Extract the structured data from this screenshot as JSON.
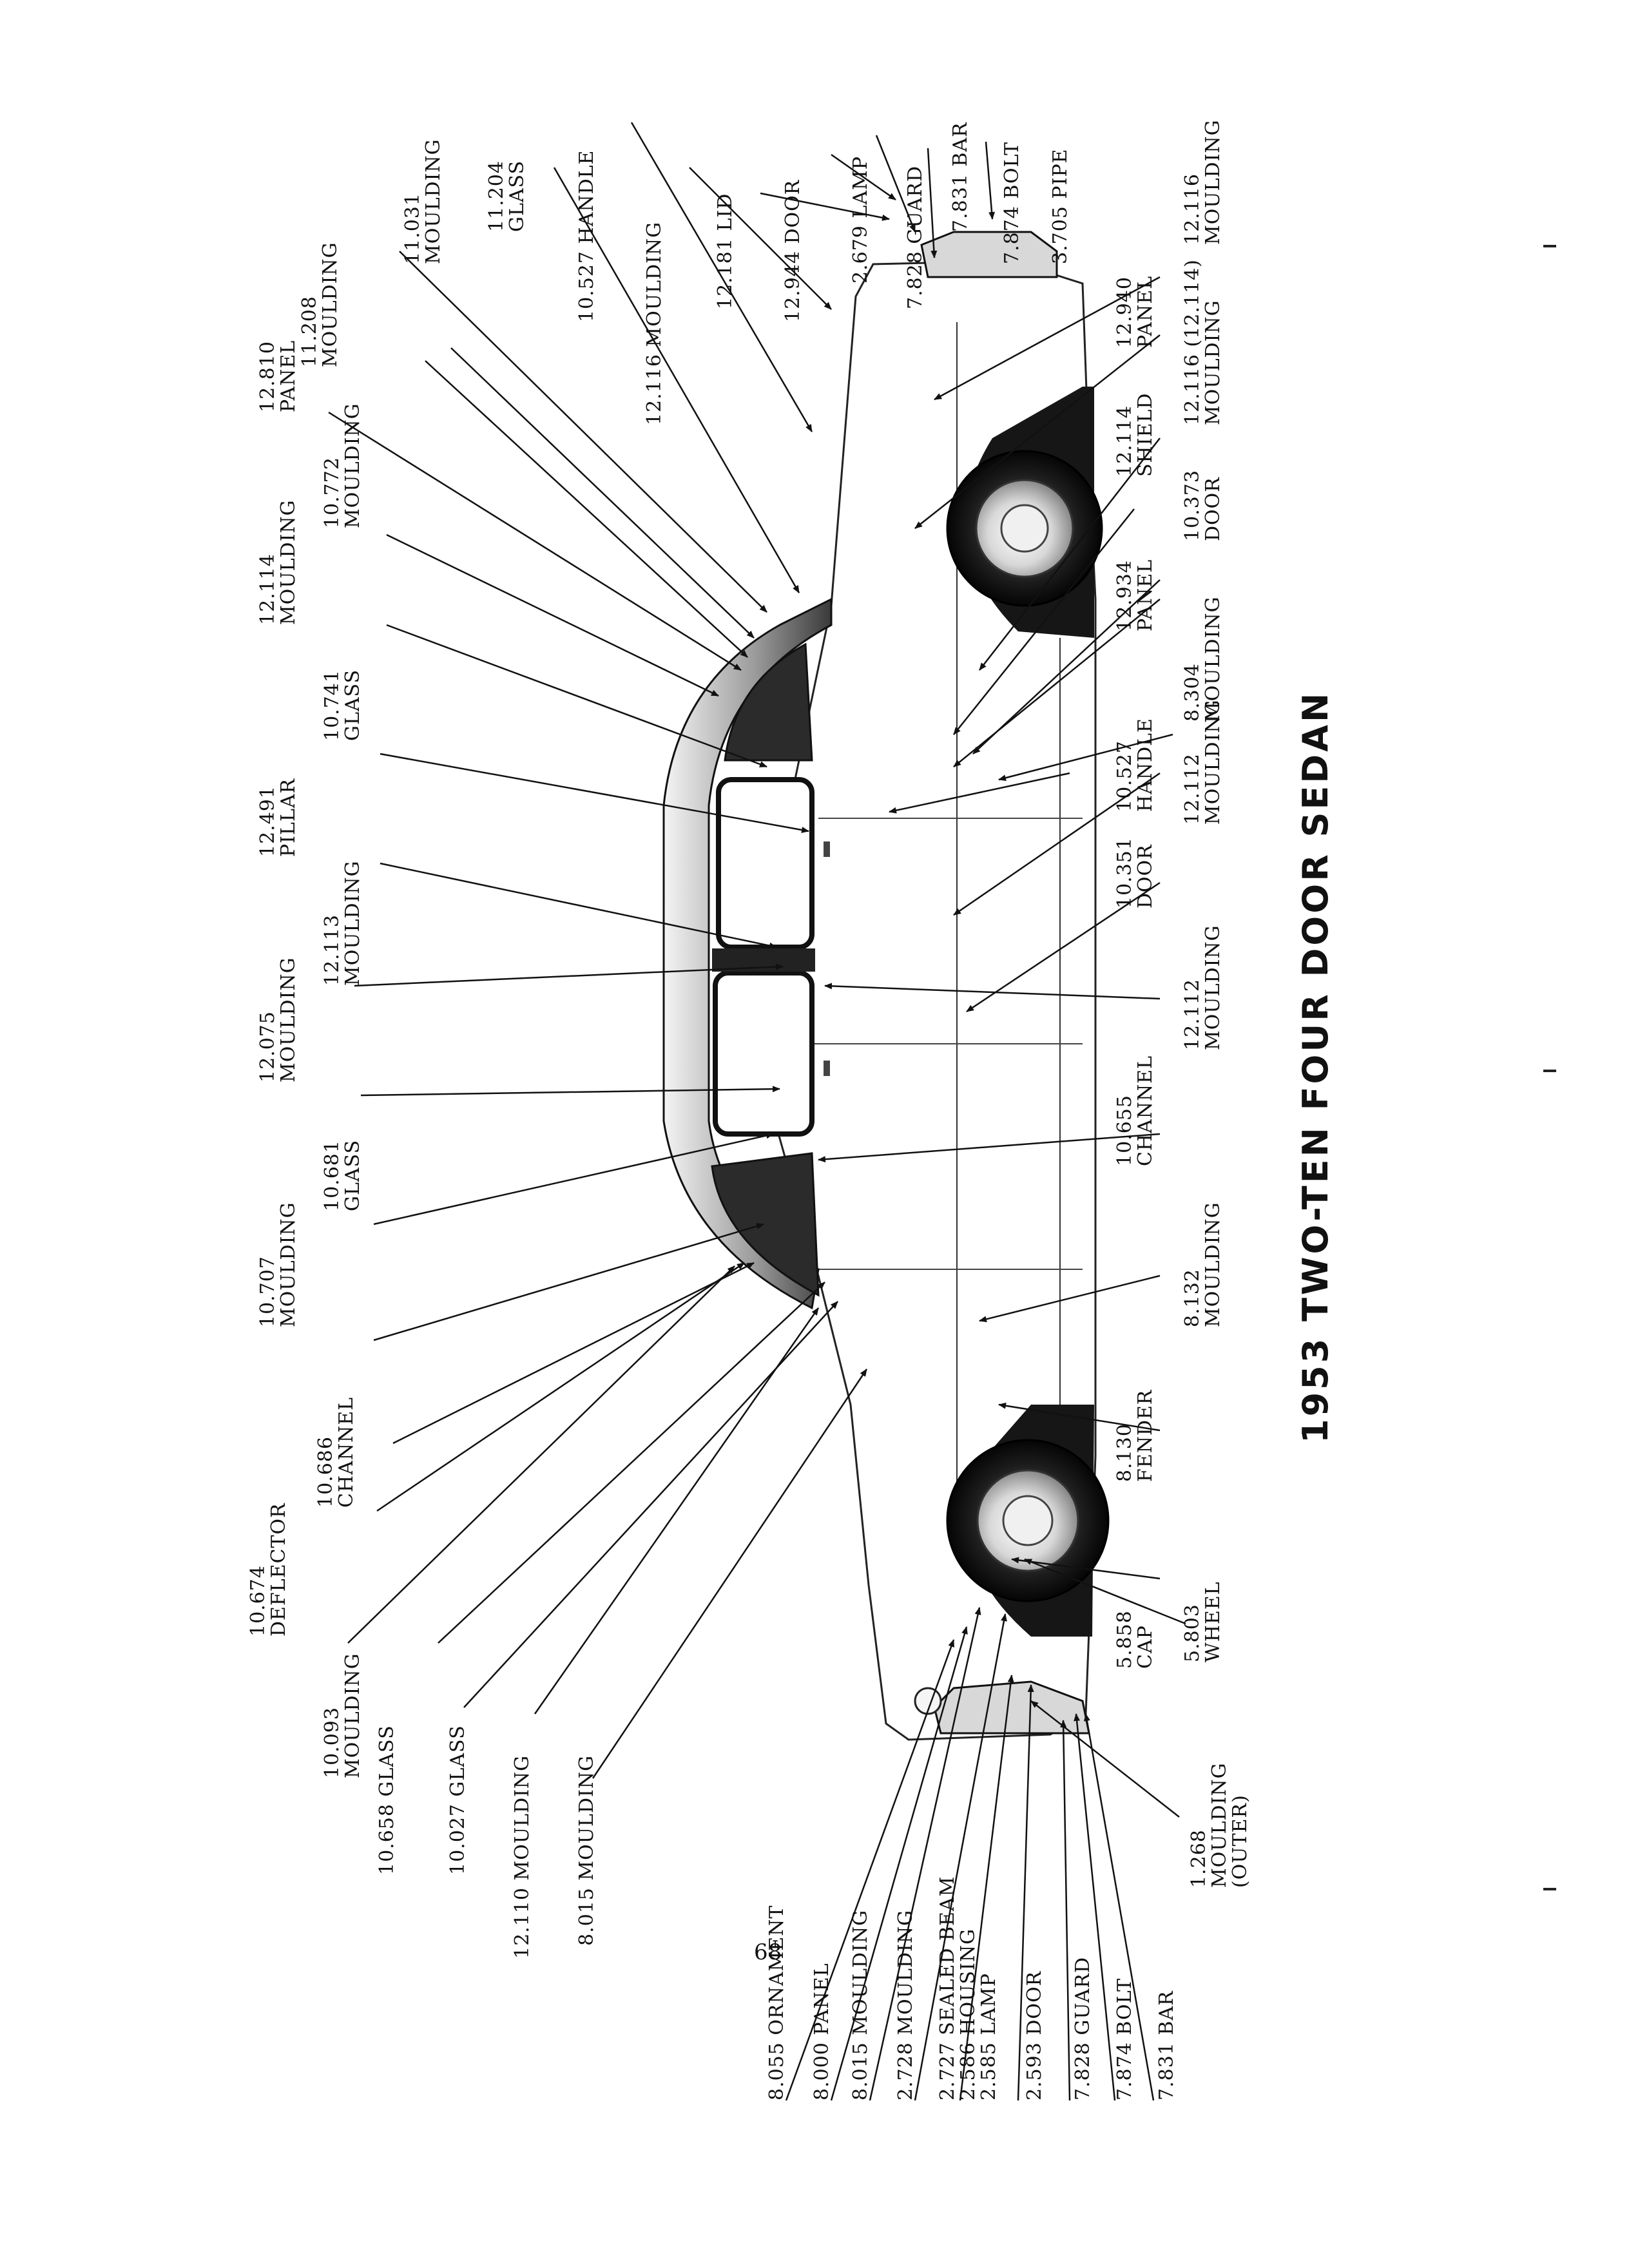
{
  "page": {
    "title": "1953 TWO-TEN FOUR DOOR SEDAN",
    "page_number": "68"
  },
  "callouts": {
    "c01": [
      "8.055 ORNAMENT"
    ],
    "c02": [
      "8.000 PANEL"
    ],
    "c03": [
      "8.015 MOULDING"
    ],
    "c04": [
      "2.728 MOULDING"
    ],
    "c05": [
      "2.727 SEALED BEAM",
      "2.586 HOUSING",
      "2.585 LAMP"
    ],
    "c06": [
      "2.593 DOOR"
    ],
    "c07": [
      "7.828 GUARD"
    ],
    "c08": [
      "7.874 BOLT"
    ],
    "c09": [
      "7.831 BAR"
    ],
    "c10": [
      "8.015 MOULDING"
    ],
    "c11": [
      "12.110 MOULDING"
    ],
    "c12": [
      "10.027 GLASS"
    ],
    "c13": [
      "10.658 GLASS"
    ],
    "c14": [
      "10.093",
      "MOULDING"
    ],
    "c15": [
      "10.674",
      "DEFLECTOR"
    ],
    "c16": [
      "10.686",
      "CHANNEL"
    ],
    "c17": [
      "10.707",
      "MOULDING"
    ],
    "c18": [
      "10.681",
      "GLASS"
    ],
    "c19": [
      "12.075",
      "MOULDING"
    ],
    "c20": [
      "12.113",
      "MOULDING"
    ],
    "c21": [
      "12.491",
      "PILLAR"
    ],
    "c22": [
      "10.741",
      "GLASS"
    ],
    "c23": [
      "12.114",
      "MOULDING"
    ],
    "c24": [
      "10.772",
      "MOULDING"
    ],
    "c25": [
      "12.810",
      "PANEL"
    ],
    "c26": [
      "11.208",
      "MOULDING"
    ],
    "c27": [
      "11.031",
      "MOULDING"
    ],
    "c28": [
      "11.204",
      "GLASS"
    ],
    "c29": [
      "10.527 HANDLE"
    ],
    "c30": [
      "12.116 MOULDING"
    ],
    "c31": [
      "12.181 LID"
    ],
    "c32": [
      "12.944 DOOR"
    ],
    "c33": [
      "2.679 LAMP"
    ],
    "c34": [
      "7.828 GUARD"
    ],
    "c35": [
      "7.831 BAR"
    ],
    "c36": [
      "7.874 BOLT"
    ],
    "c37": [
      "3.705 PIPE"
    ],
    "c38": [
      "1.268",
      "MOULDING",
      "(OUTER)"
    ],
    "c39": [
      "5.858",
      "CAP"
    ],
    "c40": [
      "5.803",
      "WHEEL"
    ],
    "c41": [
      "8.130",
      "FENDER"
    ],
    "c42": [
      "8.132",
      "MOULDING"
    ],
    "c43": [
      "10.655",
      "CHANNEL"
    ],
    "c44": [
      "12.112",
      "MOULDING"
    ],
    "c45": [
      "10.351",
      "DOOR"
    ],
    "c46": [
      "12.112",
      "MOULDING"
    ],
    "c47": [
      "10.527",
      "HANDLE"
    ],
    "c48": [
      "8.304",
      "MOULDING"
    ],
    "c49": [
      "12.934",
      "PANEL"
    ],
    "c50": [
      "10.373",
      "DOOR"
    ],
    "c51": [
      "12.114",
      "SHIELD"
    ],
    "c52": [
      "12.116 (12.114)",
      "MOULDING"
    ],
    "c53": [
      "12.940",
      "PANEL"
    ],
    "c54": [
      "12.116",
      "MOULDING"
    ]
  }
}
